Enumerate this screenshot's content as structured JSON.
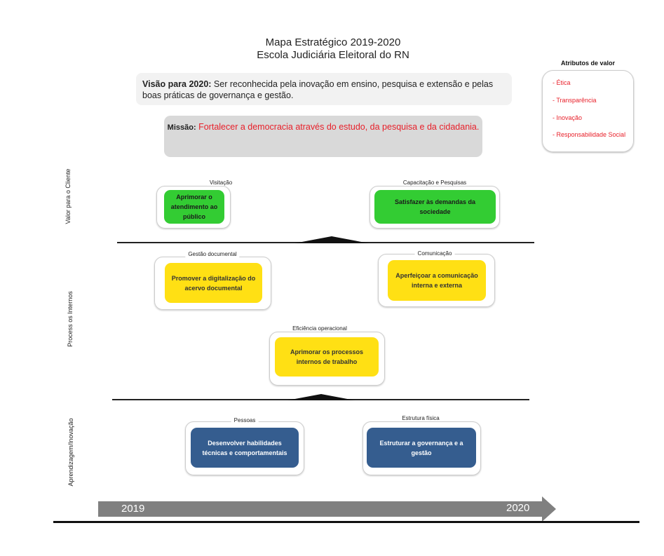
{
  "title": {
    "line1": "Mapa Estratégico 2019-2020",
    "line2": "Escola Judiciária Eleitoral do RN"
  },
  "vision": {
    "label": "Visão para 2020:",
    "text": " Ser reconhecida pela inovação em ensino, pesquisa e extensão e pelas boas práticas de governança e gestão."
  },
  "mission": {
    "label": "Missão:",
    "text": " Fortalecer a democracia através do estudo, da pesquisa e da cidadania."
  },
  "attributes": {
    "title": "Atributos de valor",
    "items": [
      "- Ética",
      "- Transparência",
      "- Inovação",
      "- Responsabilidade Social"
    ]
  },
  "perspectives": [
    "Valor para o Cliente",
    "Process os Internos",
    "Aprendizagem/Inovação"
  ],
  "objectives": [
    {
      "label": "Visitação",
      "text": "Aprimorar o atendimento ao público"
    },
    {
      "label": "Capacitação e Pesquisas",
      "text": "Satisfazer às demandas da sociedade"
    },
    {
      "label": "Gestão documental",
      "text": "Promover a digitalização do acervo documental"
    },
    {
      "label": "Comunicação",
      "text": "Aperfeiçoar a comunicação interna e externa"
    },
    {
      "label": "Eficiência operacional",
      "text": "Aprimorar os processos internos de trabalho"
    },
    {
      "label": "Pessoas",
      "text": "Desenvolver habilidades técnicas e comportamentais"
    },
    {
      "label": "Estrutura física",
      "text": "Estruturar a governança e a gestão"
    }
  ],
  "timeline": {
    "start": "2019",
    "end": "2020"
  },
  "colors": {
    "client": "#33cc33",
    "process": "#ffe014",
    "learning": "#355d8f",
    "mission_text": "#e8202a"
  }
}
